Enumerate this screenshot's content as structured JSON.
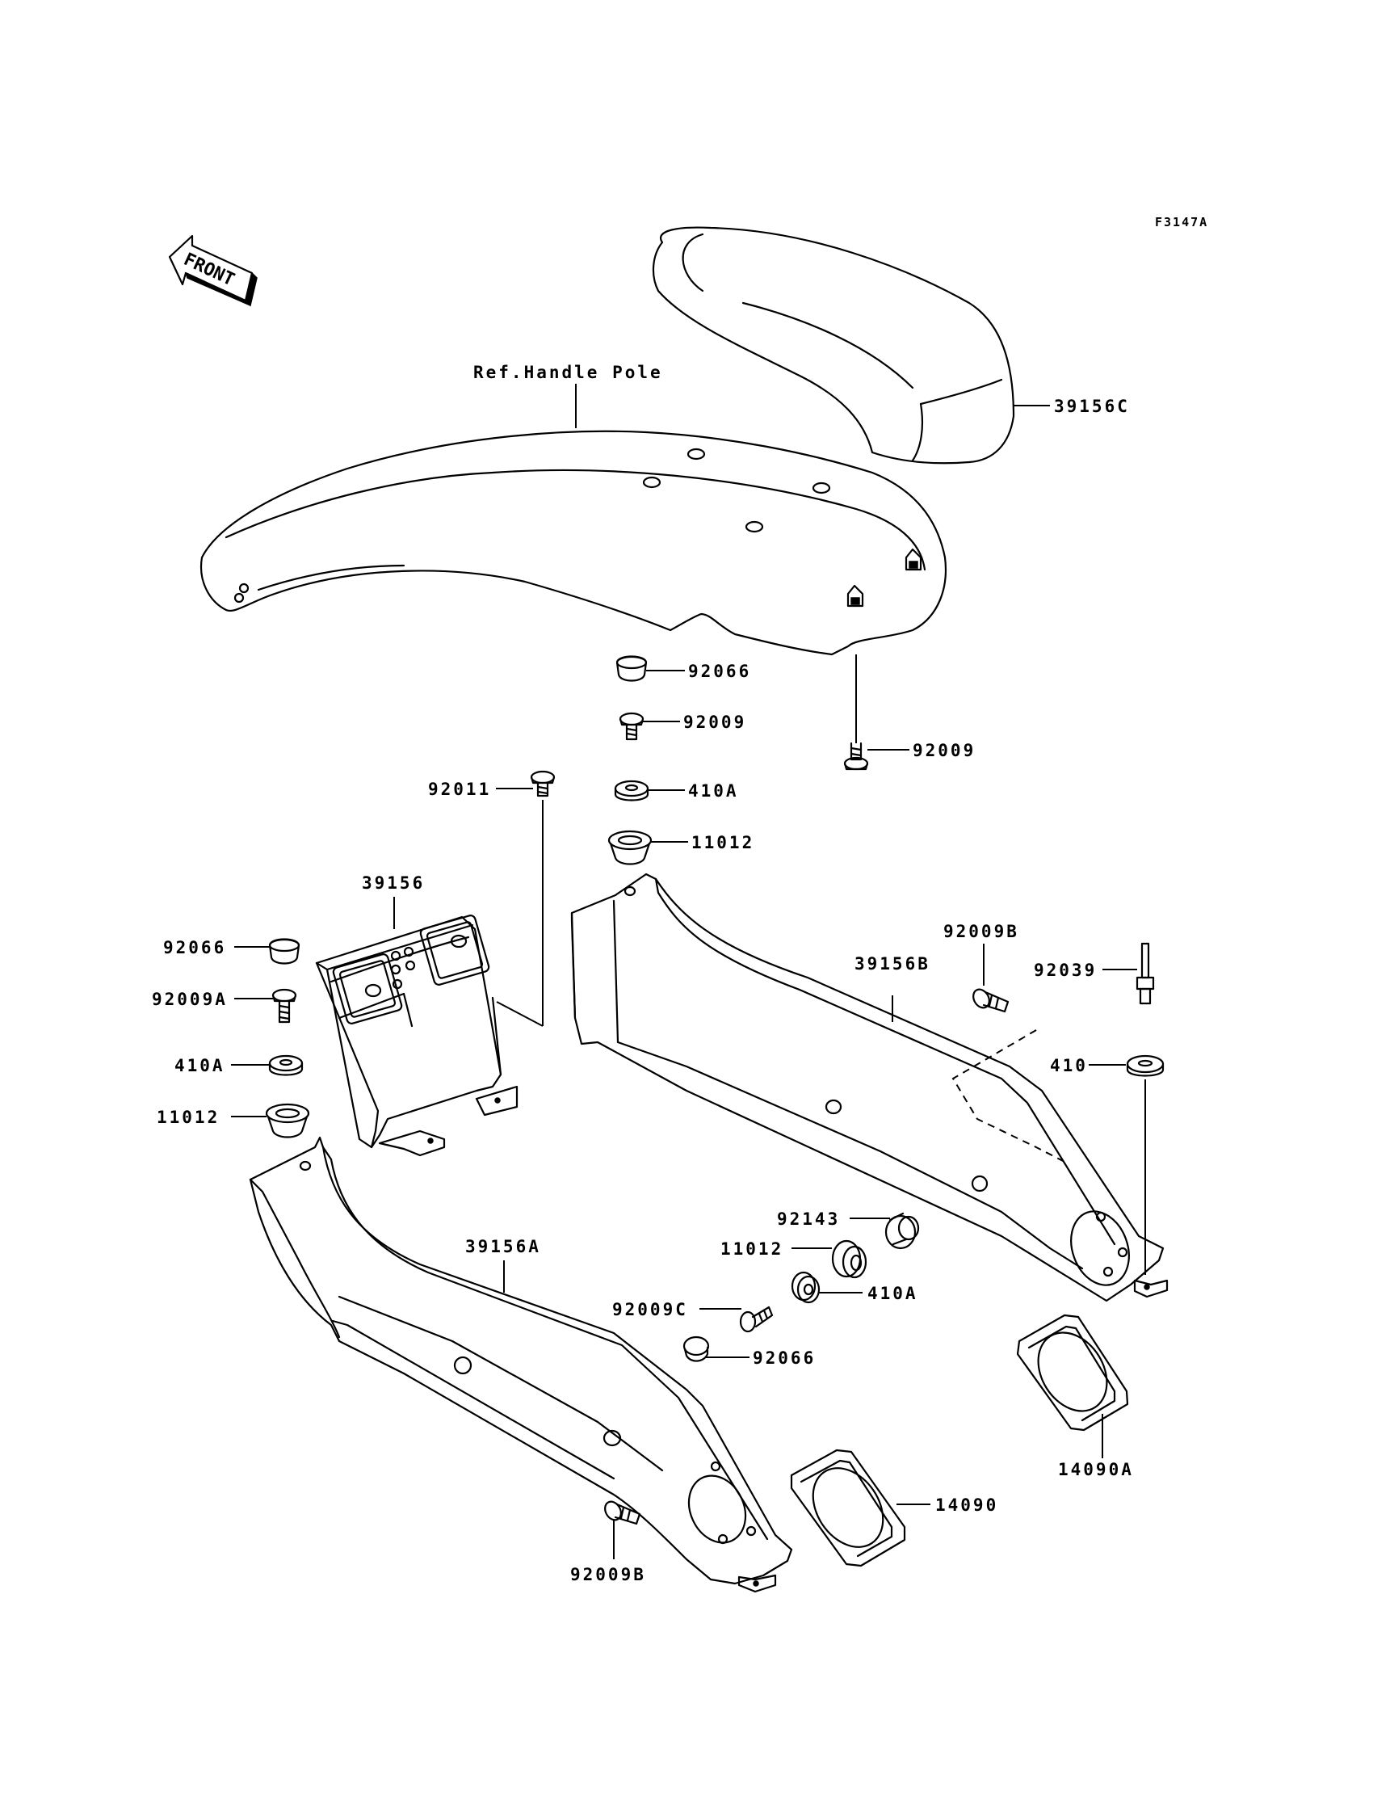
{
  "figure_code": "F3147A",
  "orientation_arrow": "FRONT",
  "reference_note": "Ref.Handle Pole",
  "callouts": {
    "c_39156C": "39156C",
    "c_92066_top": "92066",
    "c_92009_top": "92009",
    "c_92009_right": "92009",
    "c_92011": "92011",
    "c_410A_top": "410A",
    "c_11012_top": "11012",
    "c_39156": "39156",
    "c_92066_left": "92066",
    "c_92009A": "92009A",
    "c_410A_left": "410A",
    "c_11012_left": "11012",
    "c_92009B_top": "92009B",
    "c_39156B": "39156B",
    "c_92039": "92039",
    "c_410": "410",
    "c_92143": "92143",
    "c_11012_mid": "11012",
    "c_410A_mid": "410A",
    "c_92009C": "92009C",
    "c_92066_mid": "92066",
    "c_39156A": "39156A",
    "c_14090A": "14090A",
    "c_14090": "14090",
    "c_92009B_bottom": "92009B"
  }
}
